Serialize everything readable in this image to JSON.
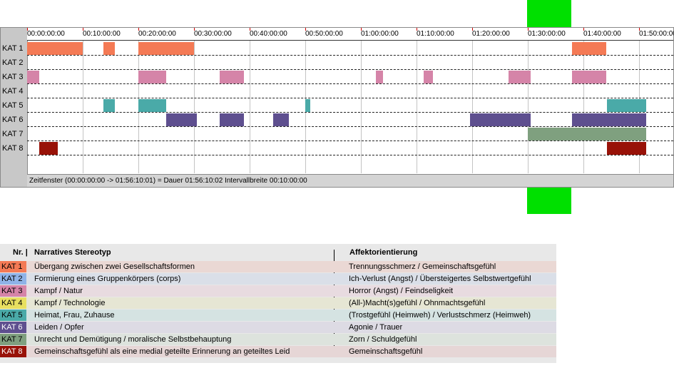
{
  "timeline": {
    "total_seconds": 7020,
    "tick_labels": [
      "00:00:00:00",
      "00:10:00:00",
      "00:20:00:00",
      "00:30:00:00",
      "00:40:00:00",
      "00:50:00:00",
      "01:00:00:00",
      "01:10:00:00",
      "01:20:00:00",
      "01:30:00:00",
      "01:40:00:00",
      "01:50:00:00"
    ],
    "tick_seconds": [
      0,
      600,
      1200,
      1800,
      2400,
      3000,
      3600,
      4200,
      4800,
      5400,
      6000,
      6600
    ],
    "status_text": "Zeitfenster (00:00:00:00 -> 01:56:10:01) = Dauer 01:56:10:02    Intervallbreite 00:10:00:00",
    "highlight_seconds": [
      5400,
      5880
    ],
    "categories": [
      {
        "label": "KAT 1",
        "color": "#f47a55",
        "segments": [
          [
            0,
            600
          ],
          [
            820,
            950
          ],
          [
            1200,
            1800
          ],
          [
            5880,
            6250
          ]
        ]
      },
      {
        "label": "KAT 2",
        "color": "#8fb3e8",
        "segments": []
      },
      {
        "label": "KAT 3",
        "color": "#d584a8",
        "segments": [
          [
            0,
            130
          ],
          [
            1200,
            1500
          ],
          [
            2080,
            2340
          ],
          [
            3760,
            3840
          ],
          [
            4280,
            4380
          ],
          [
            5190,
            5430
          ],
          [
            5880,
            6250
          ]
        ]
      },
      {
        "label": "KAT 4",
        "color": "#e8e060",
        "segments": []
      },
      {
        "label": "KAT 5",
        "color": "#4aaaa8",
        "segments": [
          [
            820,
            950
          ],
          [
            1200,
            1500
          ],
          [
            3000,
            3050
          ],
          [
            6250,
            6680
          ]
        ]
      },
      {
        "label": "KAT 6",
        "color": "#5e4f8f",
        "segments": [
          [
            1500,
            1830
          ],
          [
            2080,
            2340
          ],
          [
            2650,
            2820
          ],
          [
            4780,
            5190
          ],
          [
            5190,
            5430
          ],
          [
            5880,
            6680
          ]
        ]
      },
      {
        "label": "KAT 7",
        "color": "#7fa07f",
        "segments": [
          [
            5400,
            6680
          ]
        ]
      },
      {
        "label": "KAT 8",
        "color": "#981208",
        "segments": [
          [
            130,
            330
          ],
          [
            6250,
            6680
          ]
        ]
      }
    ]
  },
  "legend": {
    "header_nr": "Nr. |",
    "header_stereotyp": "Narratives Stereotyp",
    "header_affekt": "Affektorientierung",
    "rows": [
      {
        "kat": "KAT 1",
        "chip": "#f47a55",
        "bg": "#ead8d4",
        "stereotyp": "Übergang zwischen zwei Gesellschaftsformen",
        "affekt": "Trennungsschmerz / Gemeinschaftsgefühl"
      },
      {
        "kat": "KAT 2",
        "chip": "#8fb3e8",
        "bg": "#dadfe8",
        "stereotyp": "Formierung eines Gruppenkörpers (corps)",
        "affekt": "Ich-Verlust (Angst) / Übersteigertes Selbstwertgefühl"
      },
      {
        "kat": "KAT 3",
        "chip": "#d584a8",
        "bg": "#e8dbe0",
        "stereotyp": "Kampf / Natur",
        "affekt": "Horror (Angst) / Feindseligkeit"
      },
      {
        "kat": "KAT 4",
        "chip": "#e8e060",
        "bg": "#e6e6d4",
        "stereotyp": "Kampf / Technologie",
        "affekt": "(All-)Macht(s)gefühl / Ohnmachtsgefühl"
      },
      {
        "kat": "KAT 5",
        "chip": "#4aaaa8",
        "bg": "#d5e3e2",
        "stereotyp": "Heimat, Frau, Zuhause",
        "affekt": "(Trostgefühl (Heimweh) / Verlustschmerz (Heimweh)"
      },
      {
        "kat": "KAT 6",
        "chip": "#5e4f8f",
        "bg": "#dddbe4",
        "stereotyp": "Leiden / Opfer",
        "affekt": "Agonie / Trauer"
      },
      {
        "kat": "KAT 7",
        "chip": "#7fa07f",
        "bg": "#dde3dd",
        "stereotyp": "Unrecht und Demütigung / moralische Selbstbehauptung",
        "affekt": "Zorn / Schuldgefühl"
      },
      {
        "kat": "KAT 8",
        "chip": "#981208",
        "bg": "#e6d6d6",
        "stereotyp": "Gemeinschaftsgefühl als eine medial geteilte Erinnerung an geteiltes Leid",
        "affekt": "Gemeinschaftsgefühl"
      }
    ]
  }
}
